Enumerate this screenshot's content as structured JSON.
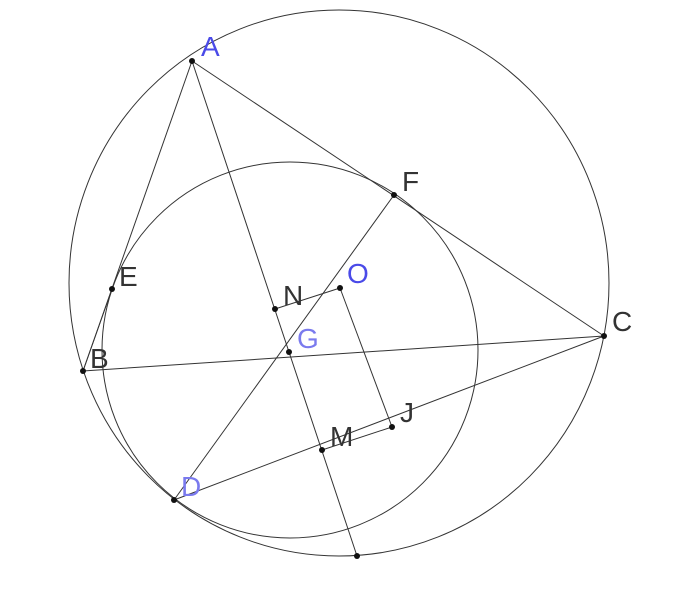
{
  "colors": {
    "stroke": "#333333",
    "point": "#111111",
    "label_default": "#333333",
    "label_blue": "#4a4ae8",
    "label_light_blue": "#7a7aee"
  },
  "points": {
    "A": {
      "label": "A",
      "color": "blue"
    },
    "B": {
      "label": "B",
      "color": "default"
    },
    "C": {
      "label": "C",
      "color": "default"
    },
    "D": {
      "label": "D",
      "color": "light_blue"
    },
    "E": {
      "label": "E",
      "color": "default"
    },
    "F": {
      "label": "F",
      "color": "default"
    },
    "G": {
      "label": "G",
      "color": "light_blue"
    },
    "J": {
      "label": "J",
      "color": "default"
    },
    "M": {
      "label": "M",
      "color": "default"
    },
    "N": {
      "label": "N",
      "color": "default"
    },
    "O": {
      "label": "O",
      "color": "blue"
    }
  }
}
